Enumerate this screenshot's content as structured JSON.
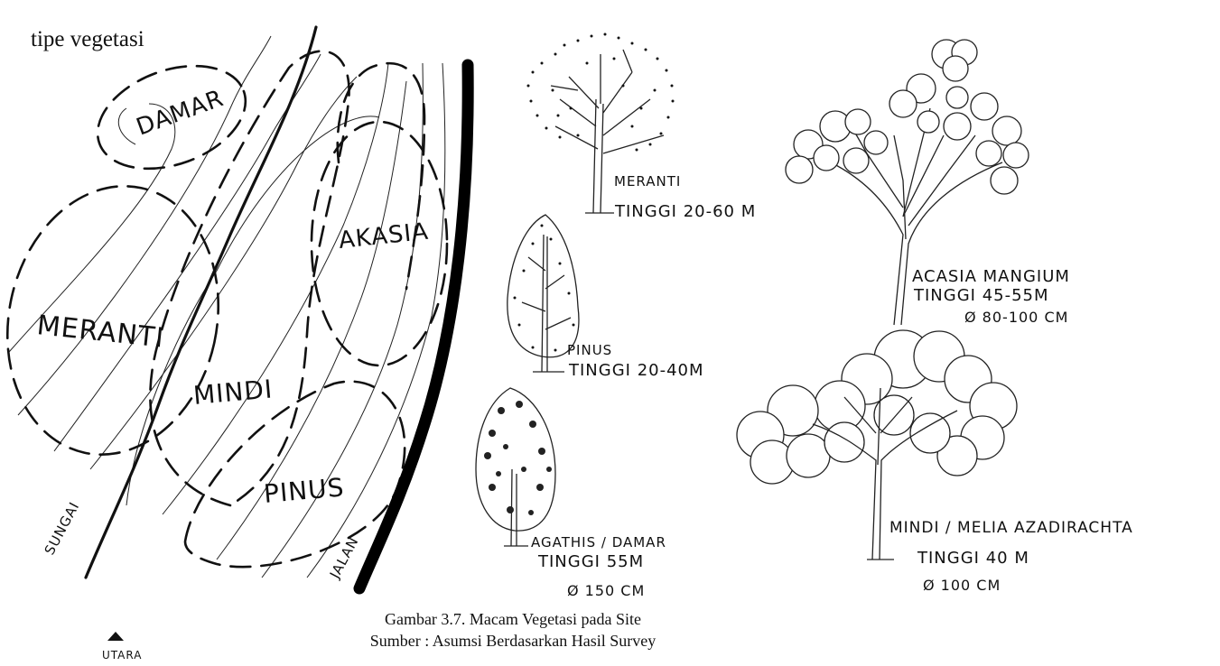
{
  "header": {
    "label": "tipe vegetasi"
  },
  "map": {
    "zones": [
      {
        "id": "damar",
        "label": "DAMAR"
      },
      {
        "id": "meranti",
        "label": "MERANTI"
      },
      {
        "id": "mindi",
        "label": "MINDI"
      },
      {
        "id": "akasia",
        "label": "AKASIA"
      },
      {
        "id": "pinus",
        "label": "PINUS"
      }
    ],
    "river_label": "SUNGAI",
    "road_label": "JALAN",
    "north_label": "UTARA"
  },
  "trees": {
    "meranti": {
      "name": "MERANTI",
      "height": "TINGGI 20-60 M"
    },
    "pinus": {
      "name": "PINUS",
      "height": "TINGGI 20-40M"
    },
    "agathis": {
      "name": "AGATHIS / DAMAR",
      "height": "TINGGI 55M",
      "diameter": "Ø 150 CM"
    },
    "acacia": {
      "name": "ACASIA MANGIUM",
      "height": "TINGGI 45-55M",
      "diameter": "Ø 80-100 CM"
    },
    "mindi": {
      "name": "MINDI / MELIA AZADIRACHTA",
      "height": "TINGGI 40 M",
      "diameter": "Ø 100 CM"
    }
  },
  "caption": {
    "title": "Gambar 3.7. Macam Vegetasi  pada Site",
    "source": "Sumber : Asumsi  Berdasarkan Hasil Survey"
  }
}
